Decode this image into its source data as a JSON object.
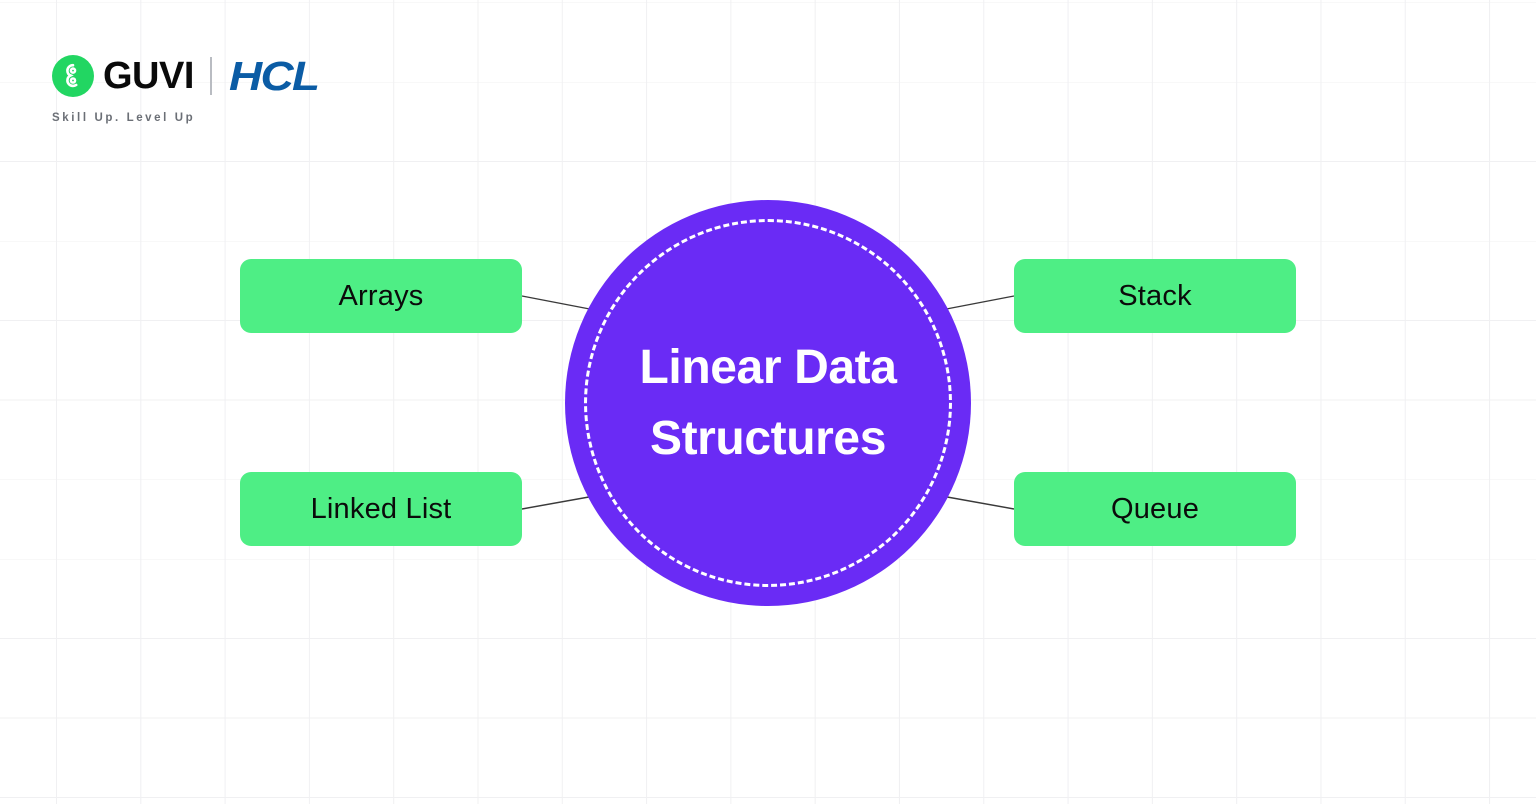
{
  "brand": {
    "logo_icon": "guvi-g-icon",
    "guvi_name": "GUVI",
    "partner_name": "HCL",
    "tagline": "Skill Up. Level Up",
    "guvi_green": "#22d662",
    "hcl_blue": "#0b5ca5"
  },
  "diagram": {
    "type": "hub-and-spoke",
    "center": {
      "title_line_1": "Linear Data",
      "title_line_2": "Structures",
      "title_full": "Linear Data Structures",
      "fill_color": "#6A2BF5",
      "ring_style": "dashed",
      "ring_color": "#ffffff"
    },
    "nodes": [
      {
        "id": "arrays",
        "label": "Arrays",
        "position": "top-left",
        "color": "#4EEE85"
      },
      {
        "id": "stack",
        "label": "Stack",
        "position": "top-right",
        "color": "#4EEE85"
      },
      {
        "id": "linked-list",
        "label": "Linked List",
        "position": "bottom-left",
        "color": "#4EEE85"
      },
      {
        "id": "queue",
        "label": "Queue",
        "position": "bottom-right",
        "color": "#4EEE85"
      }
    ],
    "connector_color": "#3a3a3a"
  }
}
